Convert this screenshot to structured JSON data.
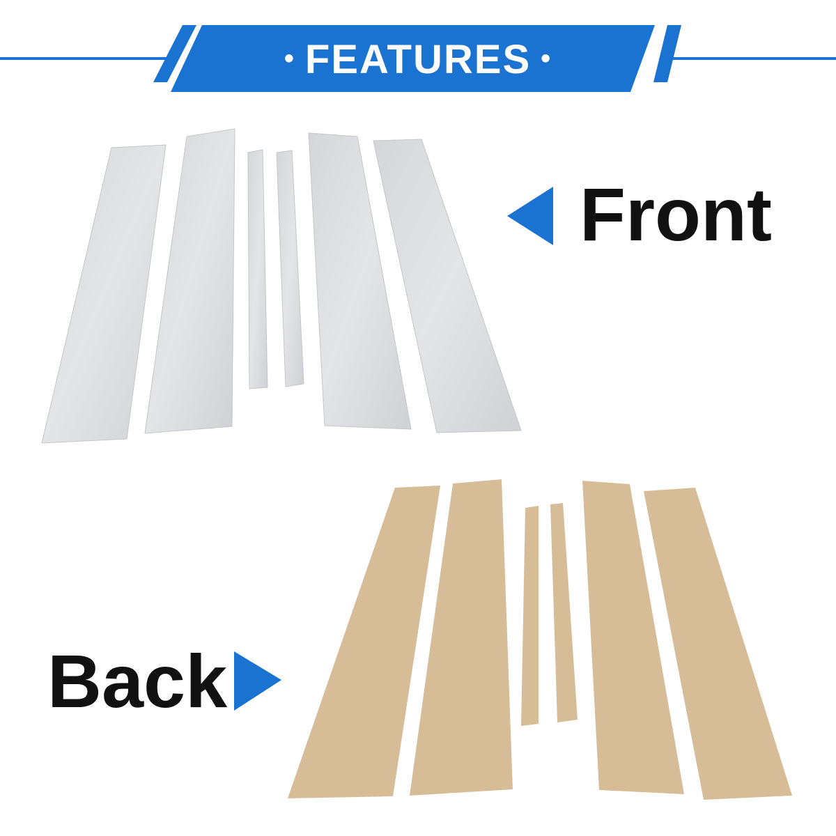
{
  "banner": {
    "title": "FEATURES",
    "dot": "•",
    "color": "#1a73d1"
  },
  "front": {
    "label": "Front",
    "arrow_icon": "triangle-left",
    "piece_color": "#d7d9dc",
    "piece_count": 6
  },
  "back": {
    "label": "Back",
    "arrow_icon": "triangle-right",
    "piece_color": "#d6bd98",
    "piece_count": 6
  }
}
